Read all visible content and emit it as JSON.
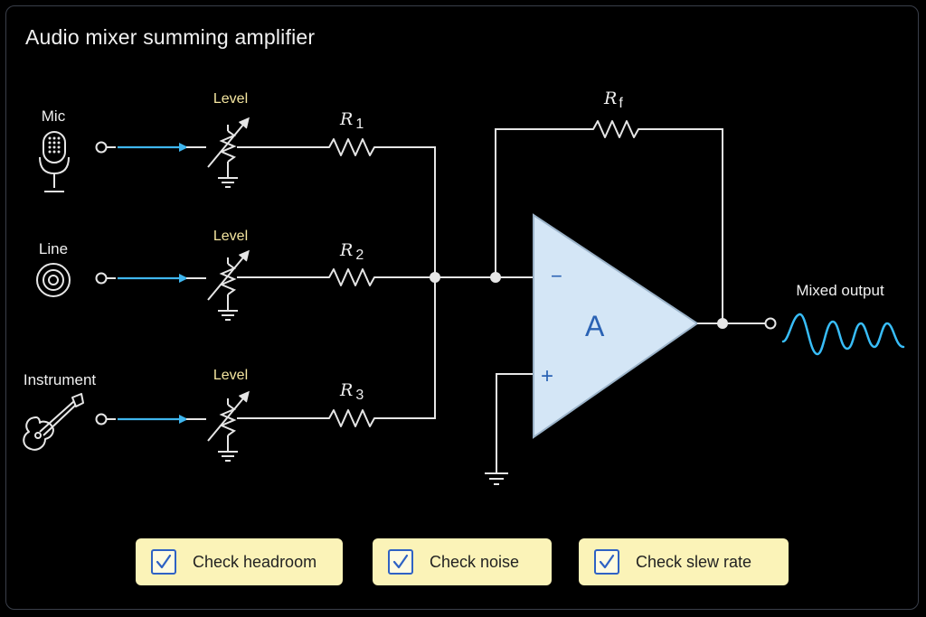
{
  "title": "Audio mixer summing amplifier",
  "inputs": [
    {
      "label": "Mic",
      "icon": "microphone-icon",
      "level_label": "Level",
      "resistor_label": "R",
      "resistor_sub": "1"
    },
    {
      "label": "Line",
      "icon": "line-jack-icon",
      "level_label": "Level",
      "resistor_label": "R",
      "resistor_sub": "2"
    },
    {
      "label": "Instrument",
      "icon": "guitar-icon",
      "level_label": "Level",
      "resistor_label": "R",
      "resistor_sub": "3"
    }
  ],
  "feedback": {
    "label": "R",
    "sub": "f"
  },
  "amplifier": {
    "label": "A",
    "inverting_sign": "−",
    "noninverting_sign": "+"
  },
  "output": {
    "label": "Mixed output",
    "icon": "waveform-icon"
  },
  "checks": [
    {
      "label": "Check headroom",
      "checked": true
    },
    {
      "label": "Check noise",
      "checked": true
    },
    {
      "label": "Check slew rate",
      "checked": true
    }
  ],
  "colors": {
    "wire": "#e6e6e6",
    "signal_arrow": "#3fb6ee",
    "amp_fill": "#d4e6f6",
    "amp_text": "#2a62b4",
    "level_text": "#f5e6a0",
    "button_bg": "#fbf3b8",
    "check": "#2f62c4",
    "waveform": "#38bdf8"
  }
}
